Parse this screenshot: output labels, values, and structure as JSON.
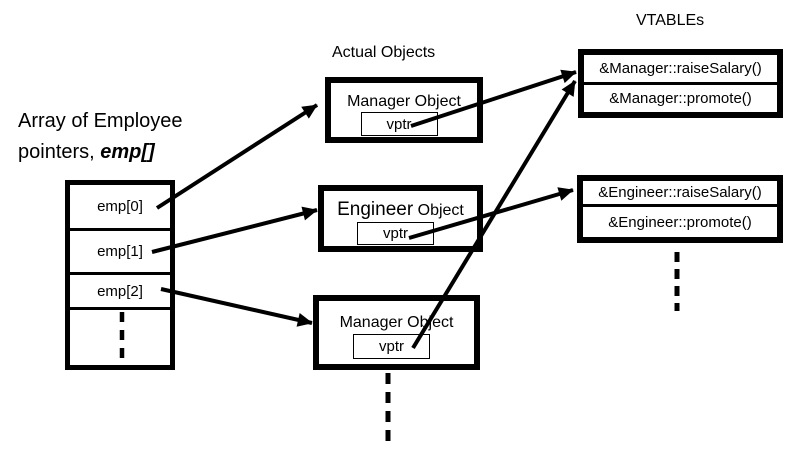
{
  "colors": {
    "background": "#ffffff",
    "ink": "#000000"
  },
  "labels": {
    "array_title_line1": "Array of Employee",
    "array_title_line2_prefix": "pointers, ",
    "array_title_emphasis": "emp[]",
    "actual_objects": "Actual Objects",
    "vtables": "VTABLEs"
  },
  "pointer_array": {
    "cells": [
      "emp[0]",
      "emp[1]",
      "emp[2]"
    ],
    "continuation": "dashed-ellipsis"
  },
  "objects": [
    {
      "id": "manager-object-1",
      "title": "Manager Object",
      "field": "vptr"
    },
    {
      "id": "engineer-object",
      "title_main": "Engineer",
      "title_suffix": " Object",
      "field": "vptr"
    },
    {
      "id": "manager-object-2",
      "title": "Manager Object",
      "field": "vptr"
    }
  ],
  "vtables": [
    {
      "id": "manager-vtable",
      "rows": [
        "&Manager::raiseSalary()",
        "&Manager::promote()"
      ]
    },
    {
      "id": "engineer-vtable",
      "rows": [
        "&Engineer::raiseSalary()",
        "&Engineer::promote()"
      ],
      "continuation": "dashed-ellipsis"
    }
  ],
  "edges": [
    {
      "from": "emp[0]",
      "to": "manager-object-1"
    },
    {
      "from": "emp[1]",
      "to": "engineer-object"
    },
    {
      "from": "emp[2]",
      "to": "manager-object-2"
    },
    {
      "from": "manager-object-1.vptr",
      "to": "manager-vtable"
    },
    {
      "from": "engineer-object.vptr",
      "to": "engineer-vtable"
    },
    {
      "from": "manager-object-2.vptr",
      "to": "manager-vtable"
    }
  ]
}
